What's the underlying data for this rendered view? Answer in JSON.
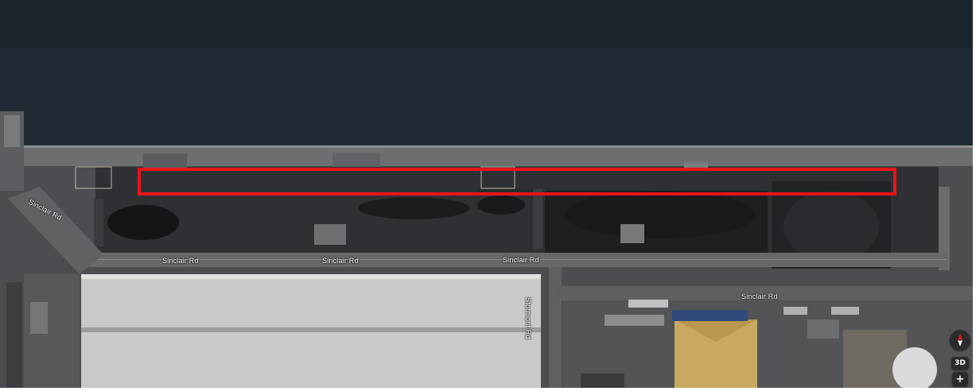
{
  "map": {
    "roads": {
      "sinclair_diagonal": "Sinclair Rd",
      "sinclair_1": "Sinclair Rd",
      "sinclair_2": "Sinclair Rd",
      "sinclair_3": "Sinclair Rd",
      "sinclair_east": "Sinclair Rd",
      "stormont": "Stormont Rd"
    },
    "highlight_color": "#e8141a",
    "water_color": "#1f2a34"
  },
  "controls": {
    "three_d_label": "3D",
    "zoom_in_label": "+",
    "compass_icon": "compass-icon"
  }
}
